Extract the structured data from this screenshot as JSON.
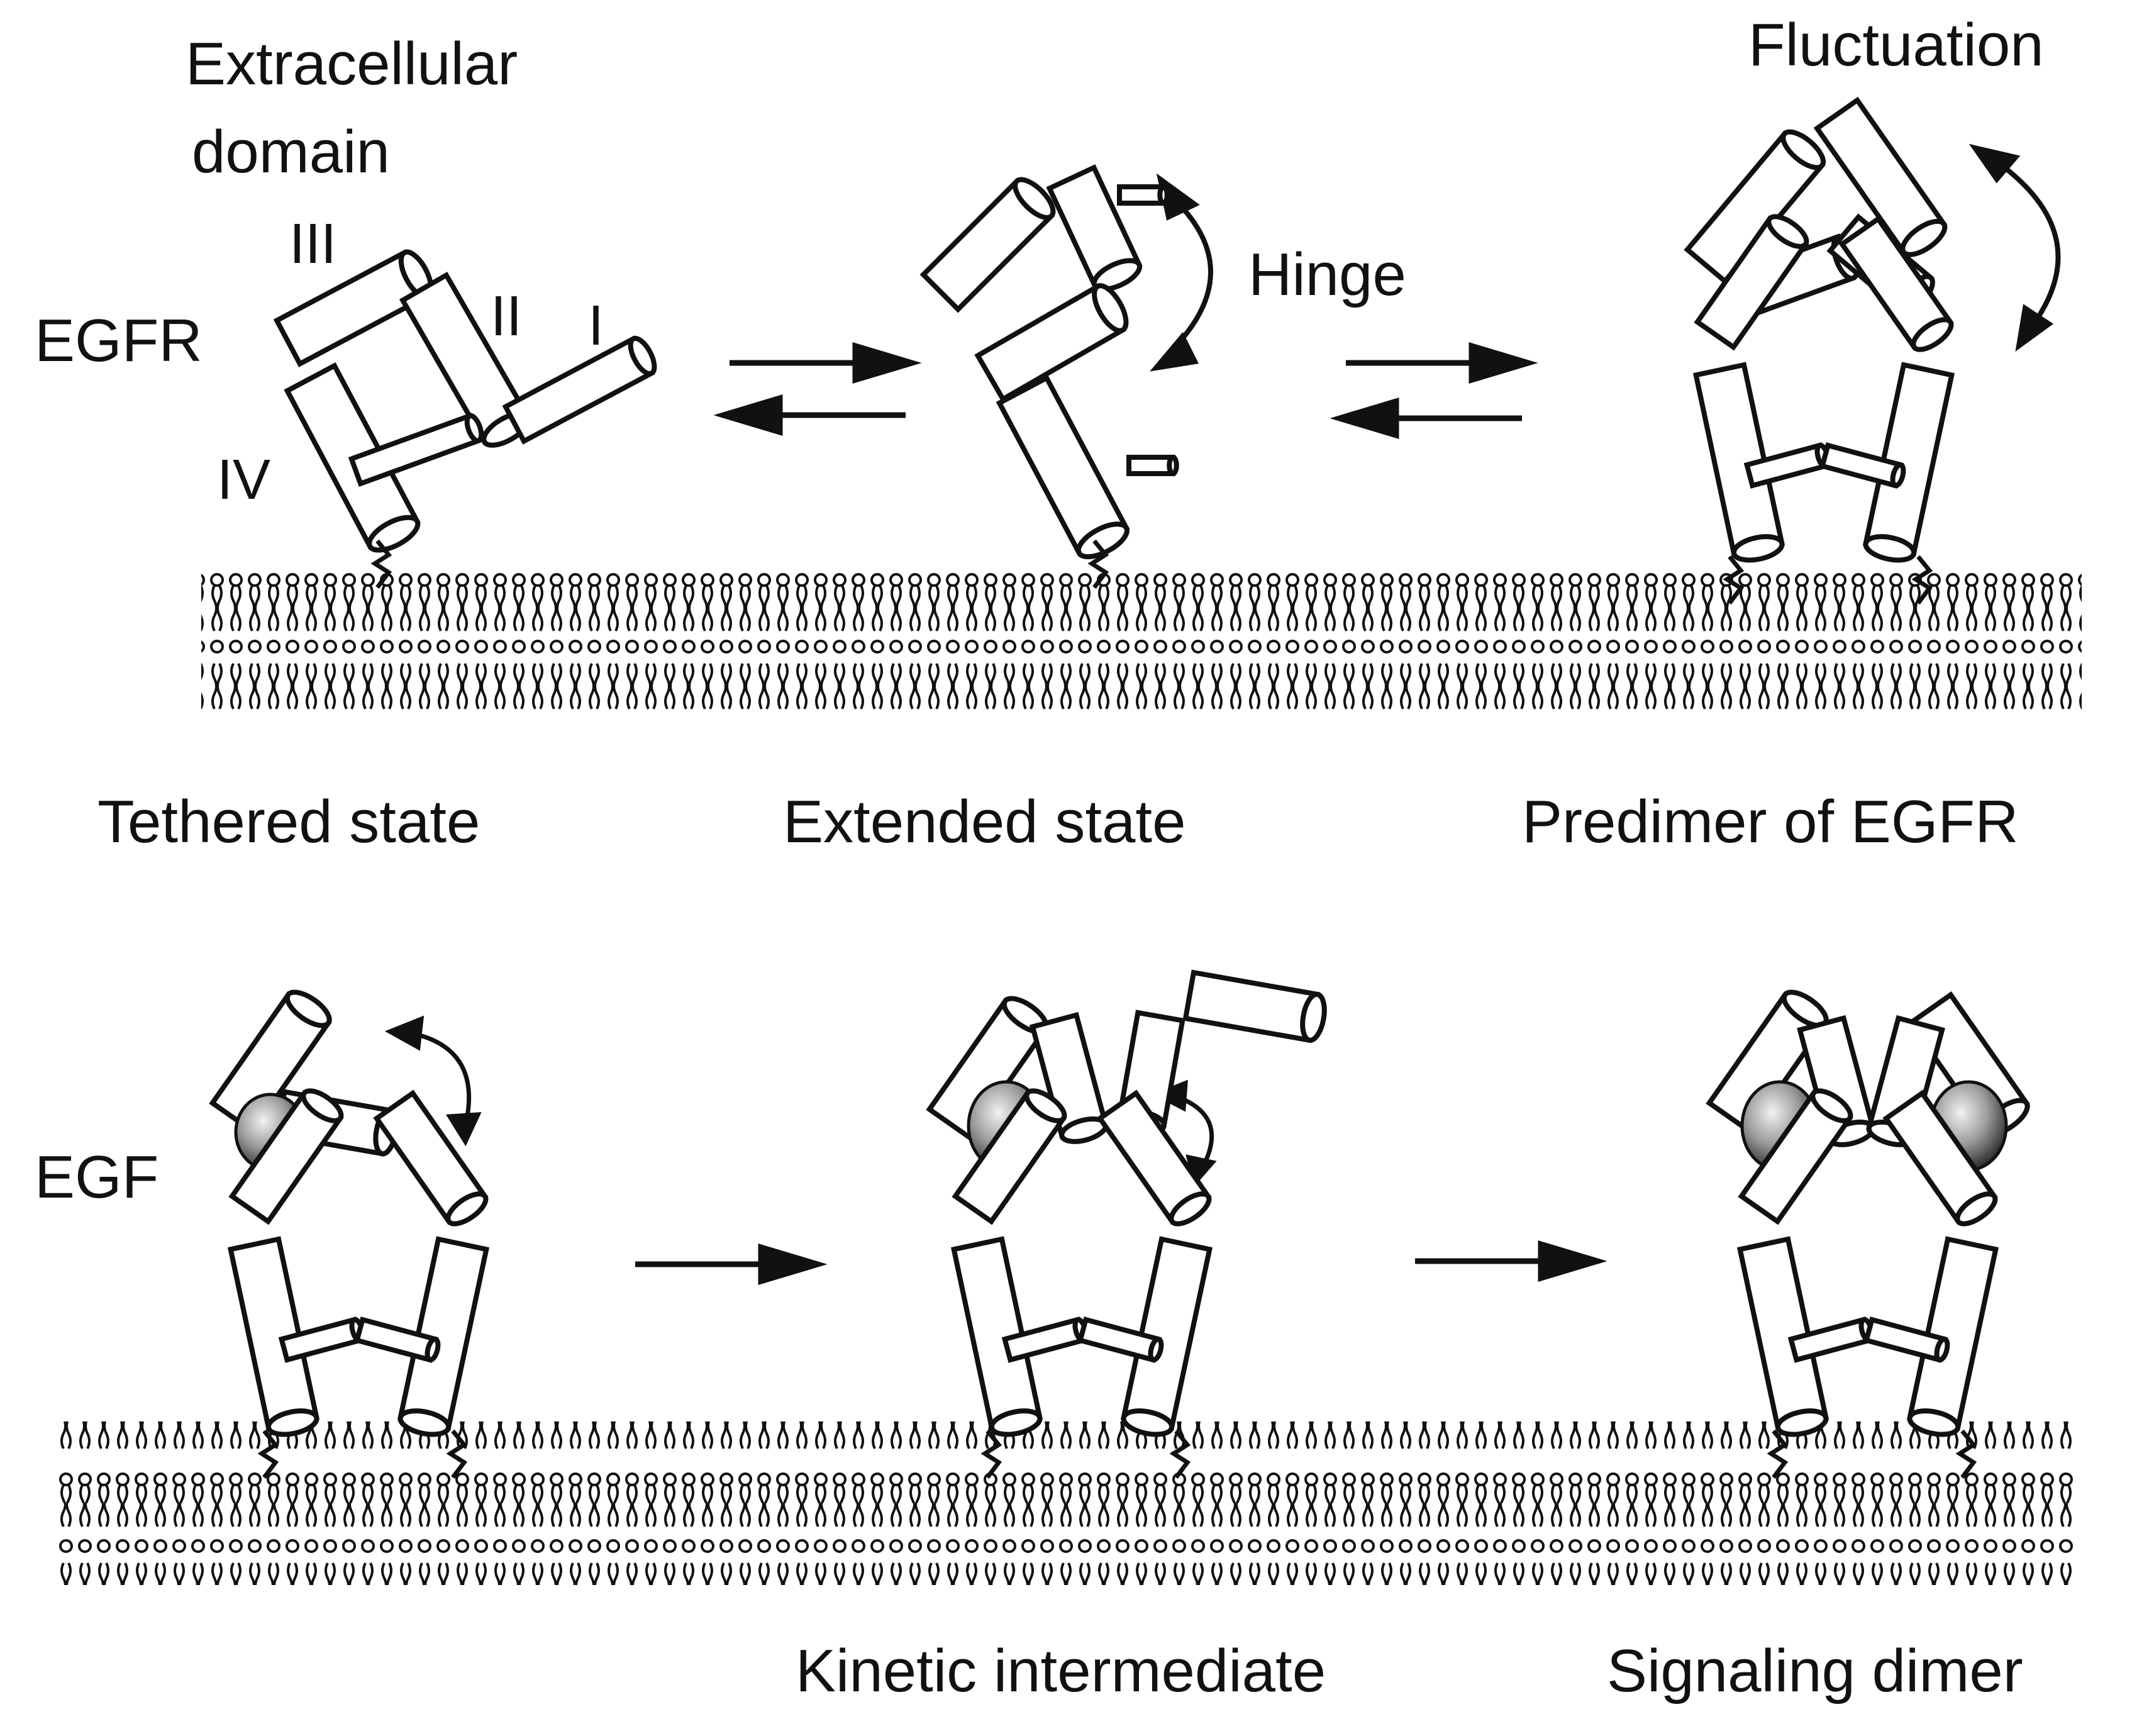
{
  "labels": {
    "extracellular_line1": "Extracellular",
    "extracellular_line2": "domain",
    "egfr": "EGFR",
    "egf": "EGF",
    "domain_i": "I",
    "domain_ii": "II",
    "domain_iii": "III",
    "domain_iv": "IV",
    "hinge": "Hinge",
    "fluctuation": "Fluctuation"
  },
  "captions": {
    "tethered": "Tethered state",
    "extended": "Extended state",
    "predimer": "Predimer of EGFR",
    "kinetic": "Kinetic intermediate",
    "signaling": "Signaling dimer"
  },
  "colors": {
    "line": "#111111",
    "fill": "#ffffff",
    "ligand_dark": "#3a3a3a",
    "ligand_light": "#eeeeee"
  }
}
